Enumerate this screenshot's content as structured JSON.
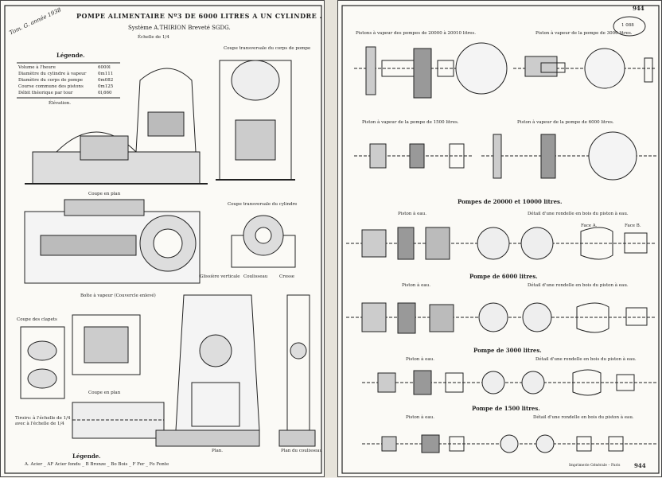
{
  "left_plate": {
    "title": "POMPE ALIMENTAIRE Nº3 DE 6000 LITRES A UN CYLINDRE .",
    "subtitle": "Système A.THIRION Breveté SGDG.",
    "scale": "Échelle de 1/4",
    "handwritten_note": "Tom. G. année 1938",
    "legend_top": {
      "heading": "Légende.",
      "rows": [
        {
          "label": "Volume à l'heure",
          "value": "6000l"
        },
        {
          "label": "Diamètre du cylindre à vapeur",
          "value": "0m111"
        },
        {
          "label": "Diamètre du corps de pompe",
          "value": "0m082"
        },
        {
          "label": "Course commune des pistons",
          "value": "0m125"
        },
        {
          "label": "Débit théorique par tour",
          "value": "0l,660"
        }
      ]
    },
    "labels": {
      "elevation": "Élévation.",
      "coupe_pompe": "Coupe transversale du corps de pompe",
      "coupe_plan": "Coupe en plan",
      "coupe_cylindre": "Coupe transversale du cylindre",
      "glissiere": "Glissière verticale",
      "coulisseau": "Coulisseau",
      "crosse": "Crosse",
      "boite": "Boîte à vapeur (Couvercle enlevé)",
      "clapets": "Coupe des clapets",
      "coupe_plan2": "Coupe en plan",
      "note_scale": "Tiroirs: à l'échelle de 1/4 avec à l'échelle de 1/4",
      "plan": "Plan.",
      "plan_coulisseau": "Plan du coulisseau"
    },
    "legend_bottom": {
      "heading": "Légende.",
      "text": "A. Acier _ AF Acier fondu _ B Bronze _ Bo Bois _ F Fer _ Fo Fonte"
    }
  },
  "right_plate": {
    "page_number": "944",
    "stamp": "1 088",
    "header_left": "Pistons à vapeur des pompes de 20000 à 20010 litres.",
    "header_right": "Piston à vapeur de la pompe de 3000 litres.",
    "row2_left": "Piston à vapeur de la pompe de 1500 litres.",
    "row2_right": "Piston à vapeur de la pompe de 6000 litres.",
    "sec1_title": "Pompes de 20000 et 10000 litres.",
    "sec1_piston": "Piston à eau.",
    "sec1_detail": "Détail d'une rondelle en bois du piston à eau.",
    "sec2_title": "Pompe de 6000 litres.",
    "sec2_piston": "Piston à eau.",
    "sec2_detail": "Détail d'une rondelle en bois du piston à eau.",
    "sec3_title": "Pompe de 3000 litres.",
    "sec3_piston": "Piston à eau.",
    "sec3_detail": "Détail d'une rondelle en bois du piston à eau.",
    "sec4_title": "Pompe de 1500 litres.",
    "sec4_piston": "Piston à eau.",
    "sec4_detail": "Détail d'une rondelle en bois du piston à eau.",
    "face_a": "Face A.",
    "face_b": "Face B.",
    "imprint": "Imprimerie Générale – Paris",
    "page_number_bottom": "944"
  }
}
